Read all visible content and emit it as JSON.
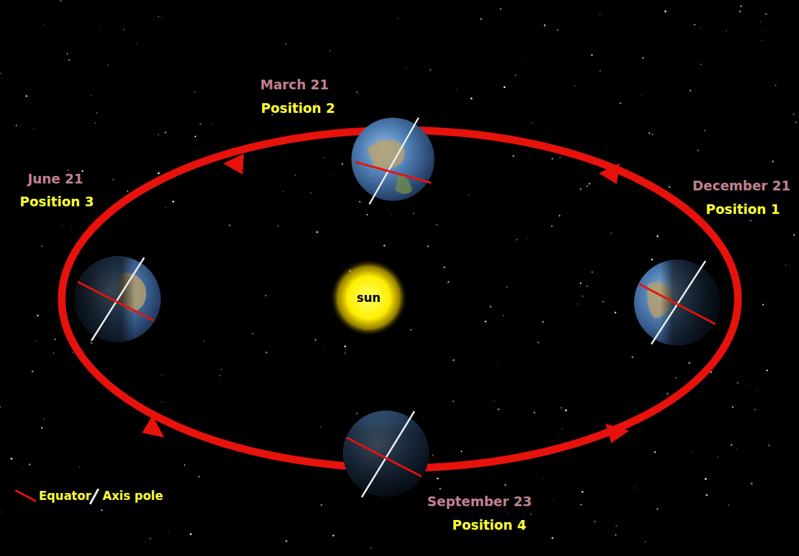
{
  "diagram": {
    "nodes": [
      {
        "text": [
          "sun"
        ]
      }
    ],
    "labels": [
      "March 21",
      "Position 2",
      "June 21",
      "Position 3",
      "December 21",
      "Position 1",
      "September 23",
      "Position 4"
    ],
    "legend": [
      {
        "text": "Equator"
      },
      {
        "text": "Axis pole"
      }
    ]
  }
}
